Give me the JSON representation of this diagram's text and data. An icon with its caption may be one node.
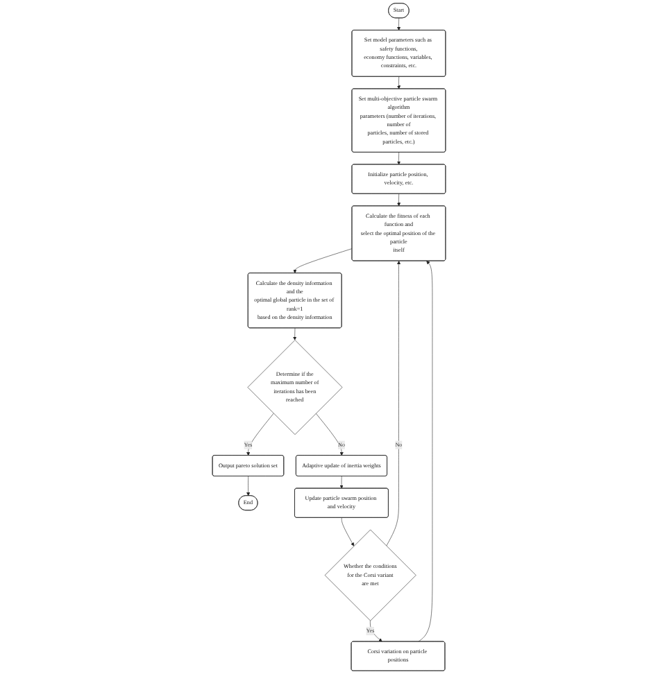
{
  "diagram": {
    "nodes": [
      {
        "text": [
          "Start"
        ]
      },
      {
        "text": [
          "Set model parameters such as safety functions, economy functions, variables, constraints, etc."
        ]
      },
      {
        "text": [
          "Set multi-objective particle swarm algorithm parameters (number of iterations, number of particles, number of stored particles, etc.)"
        ]
      },
      {
        "text": [
          "Initialize particle position, velocity, etc."
        ]
      },
      {
        "text": [
          "Calculate the fitness of each function and select the optimal position of the particle itself"
        ]
      },
      {
        "text": [
          "Calculate the density information and the optimal global particle in the set of rank=1 based on the density information"
        ]
      },
      {
        "text": [
          "Determine if the maximum number of iterations has been reached"
        ]
      },
      {
        "text": [
          "Output pareto solution set"
        ]
      },
      {
        "text": [
          "End"
        ]
      },
      {
        "text": [
          "Adaptive update of inertia weights"
        ]
      },
      {
        "text": [
          "Update particle swarm position and velocity"
        ]
      },
      {
        "text": [
          "Whether the conditions for the Corsi variant are met"
        ]
      },
      {
        "text": [
          "Corsi variation on particle positions"
        ]
      }
    ],
    "edges": [
      {
        "from": 0,
        "to": 1,
        "arrow": "to"
      },
      {
        "from": 1,
        "to": 2,
        "arrow": "to"
      },
      {
        "from": 2,
        "to": 3,
        "arrow": "to"
      },
      {
        "from": 3,
        "to": 4,
        "arrow": "to"
      },
      {
        "from": 4,
        "to": 5,
        "arrow": "to"
      },
      {
        "from": 5,
        "to": 6,
        "arrow": "to"
      },
      {
        "from": 6,
        "to": 7,
        "arrow": "to",
        "label": "Yes"
      },
      {
        "from": 7,
        "to": 8,
        "arrow": "to"
      },
      {
        "from": 6,
        "to": 9,
        "arrow": "to",
        "label": "No"
      },
      {
        "from": 9,
        "to": 10,
        "arrow": "to"
      },
      {
        "from": 10,
        "to": 11,
        "arrow": "to"
      },
      {
        "from": 11,
        "to": 12,
        "arrow": "to",
        "label": "Yes"
      },
      {
        "from": 12,
        "to": 4,
        "arrow": "to"
      },
      {
        "from": 11,
        "to": 4,
        "arrow": "to",
        "label": "No"
      }
    ]
  }
}
